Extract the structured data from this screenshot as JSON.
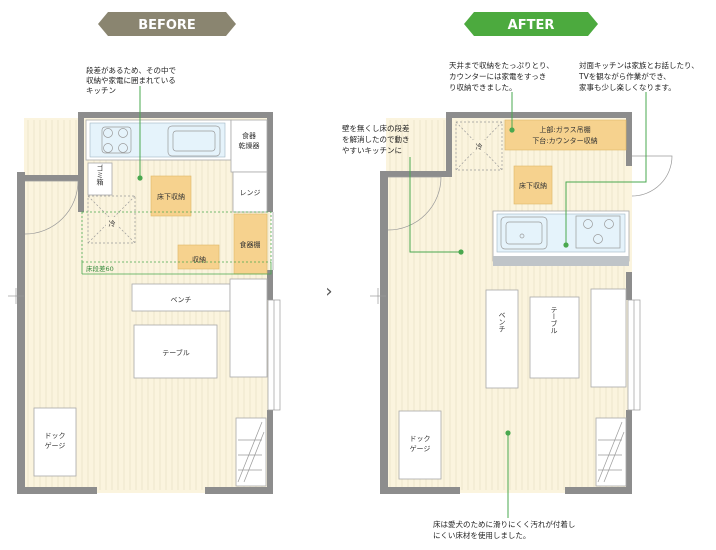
{
  "banners": {
    "before": {
      "label": "BEFORE",
      "color": "#8a8570"
    },
    "after": {
      "label": "AFTER",
      "color": "#4caa3e"
    }
  },
  "arrow": "›",
  "before": {
    "note_lines": [
      "段差があるため、その中で",
      "収納や家電に囲まれている",
      "キッチン"
    ],
    "labels": {
      "dish_dryer": [
        "食器",
        "乾燥器"
      ],
      "trash": [
        "ゴミ箱"
      ],
      "underfloor": "床下収納",
      "range": "レンジ",
      "fridge": "冷",
      "dish_shelf": "食器棚",
      "storage": "収納",
      "floor_step": "床段差60",
      "bench": "ベンチ",
      "table": "テーブル",
      "dog_cage": [
        "ドック",
        "ゲージ"
      ]
    }
  },
  "after": {
    "note_top_left": [
      "天井まで収納をたっぷりとり、",
      "カウンターには家電をすっき",
      "り収納できました。"
    ],
    "note_top_right": [
      "対面キッチンは家族とお話したり、",
      "TVを観ながら作業ができ、",
      "家事も少し楽しくなります。"
    ],
    "note_left": [
      "壁を無くし床の段差",
      "を解消したので動き",
      "やすいキッチンに"
    ],
    "note_bottom": [
      "床は愛犬のために滑りにくく汚れが付着し",
      "にくい床材を使用しました。"
    ],
    "labels": {
      "fridge": "冷",
      "upper": [
        "上部:ガラス吊棚",
        "下台:カウンター収納"
      ],
      "underfloor": "床下収納",
      "bench": "ベンチ",
      "table": "テーブル",
      "dog_cage": [
        "ドック",
        "ゲージ"
      ]
    }
  }
}
